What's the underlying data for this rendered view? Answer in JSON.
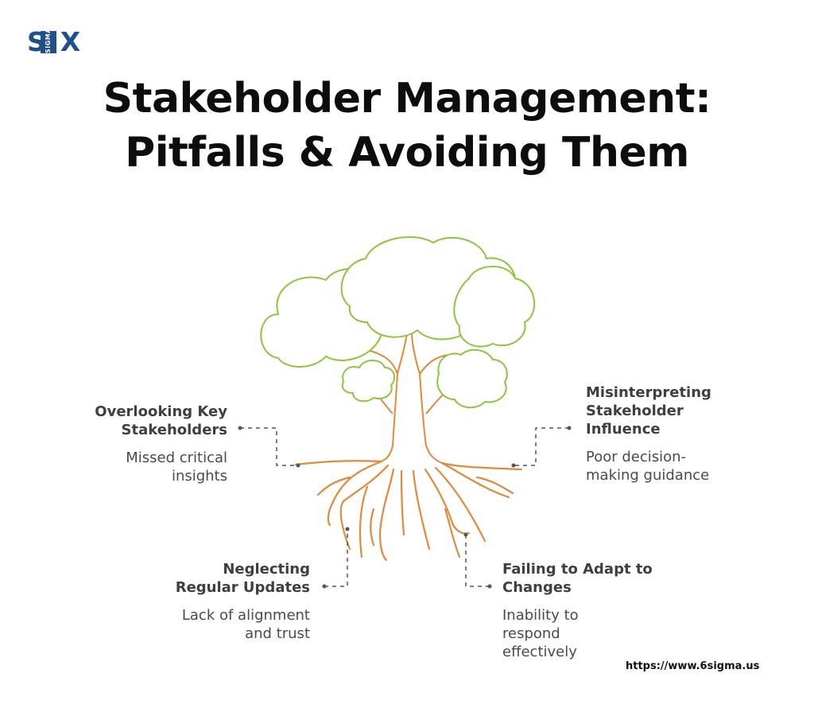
{
  "logo": {
    "letters_a": "S",
    "letters_b": "X",
    "sub": "SIGMA"
  },
  "title": {
    "line1": "Stakeholder Management:",
    "line2": "Pitfalls & Avoiding Them"
  },
  "pitfalls": [
    {
      "head_line1": "Overlooking Key",
      "head_line2": "Stakeholders",
      "desc_line1": "Missed critical",
      "desc_line2": "insights"
    },
    {
      "head_line1": "Misinterpreting",
      "head_line2": "Stakeholder",
      "head_line3": "Influence",
      "desc_line1": "Poor decision-",
      "desc_line2": "making guidance"
    },
    {
      "head_line1": "Neglecting",
      "head_line2": "Regular Updates",
      "desc_line1": "Lack of alignment",
      "desc_line2": "and trust"
    },
    {
      "head_line1": "Failing to Adapt to",
      "head_line2": "Changes",
      "desc_line1": "Inability to",
      "desc_line2": "respond",
      "desc_line3": "effectively"
    }
  ],
  "url": "https://www.6sigma.us",
  "colors": {
    "canopy": "#8cc63f",
    "roots": "#e08a3c",
    "text_dark": "#0d0d0d",
    "logo": "#1f4f8f"
  }
}
